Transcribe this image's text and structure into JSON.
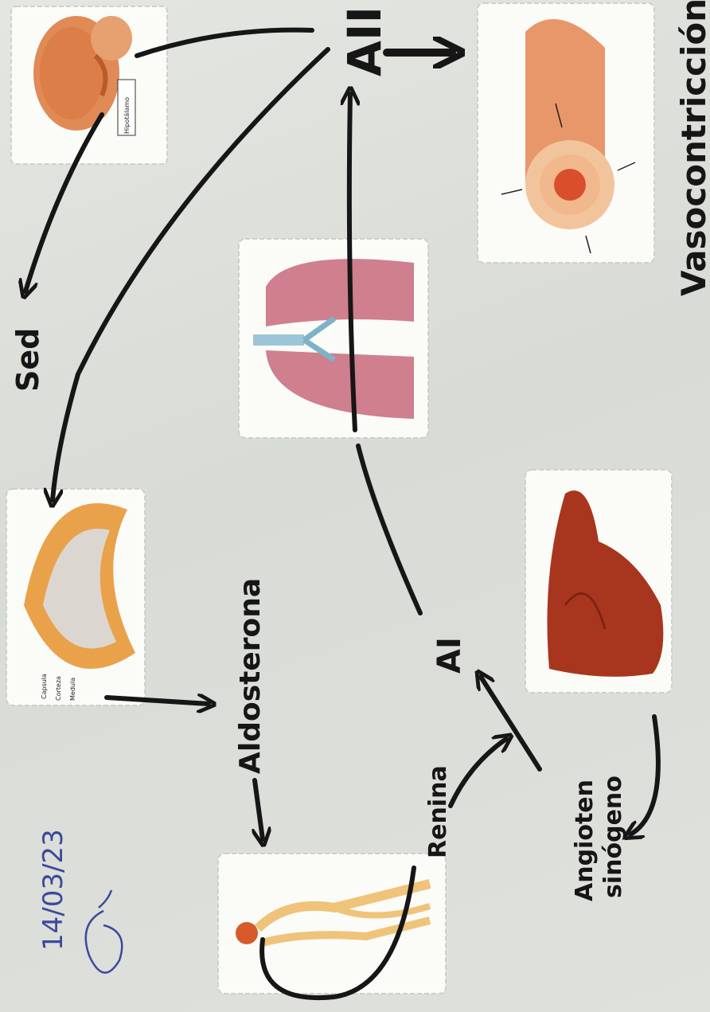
{
  "labels": {
    "a2": "AII",
    "a1": "AI",
    "vasoconstriction": "Vasocontricción",
    "sed": "Sed",
    "aldosterone": "Aldosterona",
    "renin": "Renina",
    "angiotensinogen_1": "Angioten",
    "angiotensinogen_2": "sinógeno",
    "hypothalamus_tag": "Hipotálamo",
    "adrenal_capsula": "Capsula",
    "adrenal_corteza": "Corteza",
    "adrenal_medula": "Medula",
    "date": "14/03/23"
  },
  "colors": {
    "ink": "#161616",
    "pen": "#3a4a9a",
    "paper": "#dde0dc",
    "organ_brain": "#e08a55",
    "organ_liver": "#a8361e",
    "organ_lung": "#cf7f8e",
    "organ_vessel": "#e8976a",
    "organ_adrenal": "#e9a24a",
    "organ_kidney": "#f0c37a"
  }
}
